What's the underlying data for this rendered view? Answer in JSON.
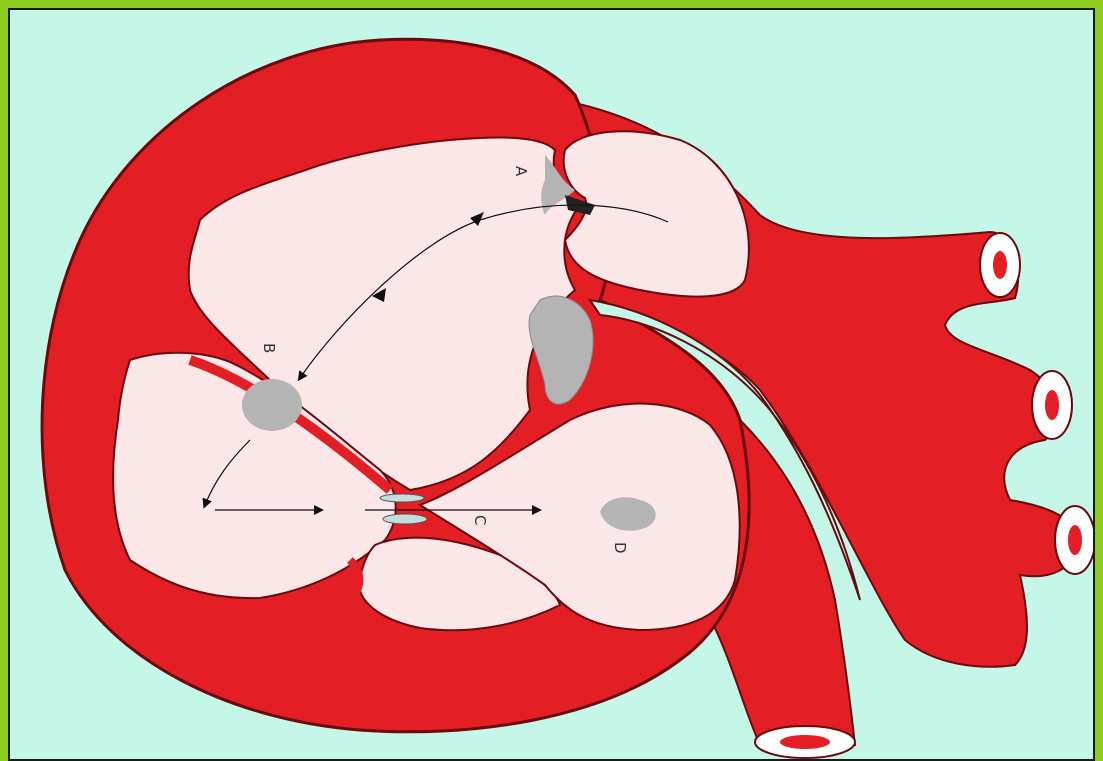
{
  "colors": {
    "background": "#C5F7E8",
    "border": "#8ACB1E",
    "muscle": "#E31E24",
    "chamber": "#FBE6E8",
    "node": "#B4B4B4",
    "outline": "#6A0A0E",
    "arrow": "#111111"
  },
  "labels": {
    "a": "A",
    "b": "B",
    "c": "C",
    "d": "D"
  }
}
